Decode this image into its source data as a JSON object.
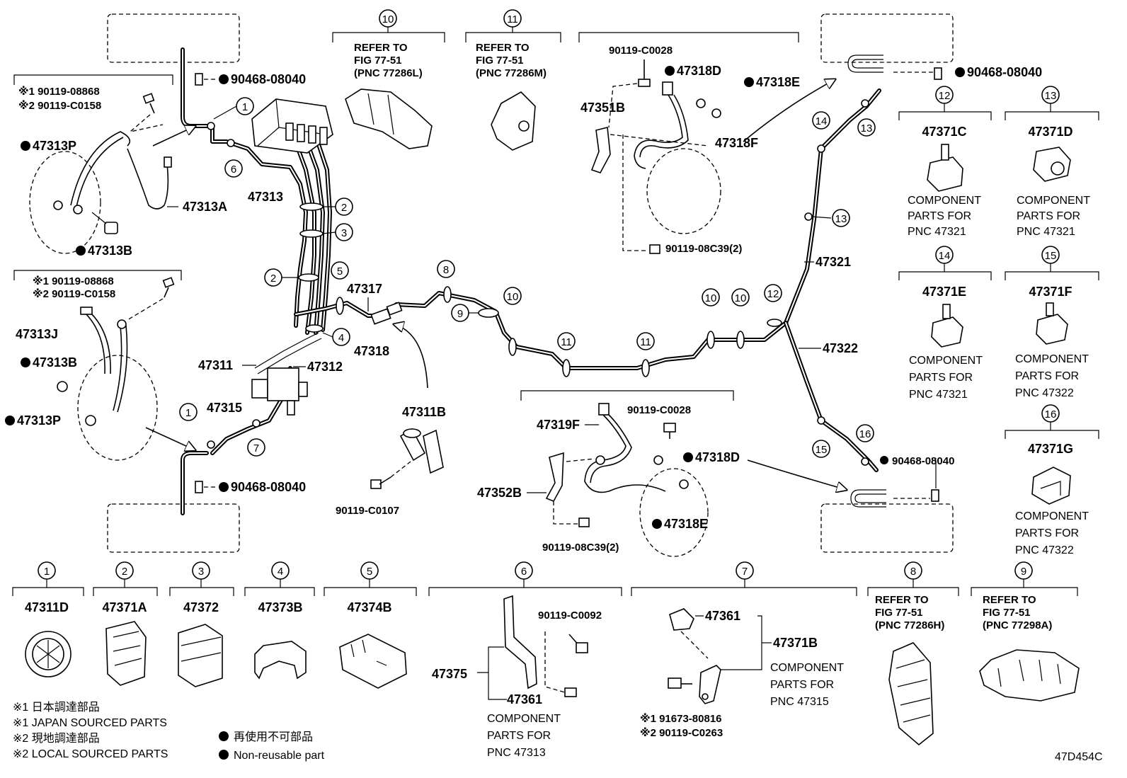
{
  "diagram": {
    "figure_code": "47D454C",
    "legend": {
      "marks": [
        "※1 日本調達部品",
        "※1 JAPAN SOURCED PARTS",
        "※2 現地調達部品",
        "※2 LOCAL SOURCED PARTS"
      ],
      "non_reusable_jp": "再使用不可部品",
      "non_reusable_en": "Non-reusable part"
    },
    "callouts": {
      "c1": "1",
      "c2": "2",
      "c3": "3",
      "c4": "4",
      "c5": "5",
      "c6": "6",
      "c7": "7",
      "c8": "8",
      "c9": "9",
      "c10": "10",
      "c11": "11",
      "c12": "12",
      "c13": "13",
      "c14": "14",
      "c15": "15",
      "c16": "16"
    },
    "labels": {
      "p90468_08040": "90468-08040",
      "p47313": "47313",
      "p47313P": "47313P",
      "p47313A": "47313A",
      "p47313B": "47313B",
      "p47313J": "47313J",
      "p47311": "47311",
      "p47312": "47312",
      "p47315": "47315",
      "p47317": "47317",
      "p47318": "47318",
      "p47311B": "47311B",
      "p90119_C0107": "90119-C0107",
      "p90119_C0028": "90119-C0028",
      "p47318D": "47318D",
      "p47318E": "47318E",
      "p47351B": "47351B",
      "p47318F": "47318F",
      "p90119_08C39_2": "90119-08C39(2)",
      "p47321": "47321",
      "p47322": "47322",
      "p47319F": "47319F",
      "p47352B": "47352B",
      "m1_90119_08868": "※1 90119-08868",
      "m2_90119_C0158": "※2 90119-C0158",
      "m1_91673_80816": "※1 91673-80816",
      "m2_90119_C0263": "※2 90119-C0263"
    },
    "refer_blocks": [
      {
        "line1": "REFER TO",
        "line2": "FIG 77-51",
        "line3": "(PNC 77286L)"
      },
      {
        "line1": "REFER TO",
        "line2": "FIG 77-51",
        "line3": "(PNC 77286M)"
      },
      {
        "line1": "REFER TO",
        "line2": "FIG 77-51",
        "line3": "(PNC 77286H)"
      },
      {
        "line1": "REFER TO",
        "line2": "FIG 77-51",
        "line3": "(PNC 77298A)"
      }
    ],
    "right_components": [
      {
        "part": "47371C",
        "l1": "COMPONENT",
        "l2": "PARTS FOR",
        "l3": "PNC 47321"
      },
      {
        "part": "47371D",
        "l1": "COMPONENT",
        "l2": "PARTS FOR",
        "l3": "PNC 47321"
      },
      {
        "part": "47371E",
        "l1": "COMPONENT",
        "l2": "PARTS FOR",
        "l3": "PNC 47321"
      },
      {
        "part": "47371F",
        "l1": "COMPONENT",
        "l2": "PARTS FOR",
        "l3": "PNC 47322"
      },
      {
        "part": "47371G",
        "l1": "COMPONENT",
        "l2": "PARTS FOR",
        "l3": "PNC 47322"
      }
    ],
    "bottom_parts": {
      "b1": "47311D",
      "b2": "47371A",
      "b3": "47372",
      "b4": "47373B",
      "b5": "47374B",
      "b6_main": "47375",
      "b6_bolt": "90119-C0092",
      "b6_sub": "47361",
      "b6_l1": "COMPONENT",
      "b6_l2": "PARTS FOR",
      "b6_l3": "PNC 47313",
      "b7_top": "47361",
      "b7_main": "47371B",
      "b7_l1": "COMPONENT",
      "b7_l2": "PARTS FOR",
      "b7_l3": "PNC 47315"
    }
  }
}
